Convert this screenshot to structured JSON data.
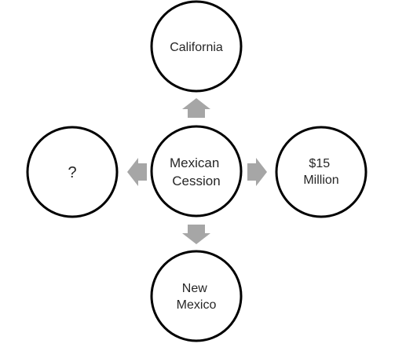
{
  "diagram": {
    "center": {
      "lines": [
        "Mexican",
        "Cession"
      ]
    },
    "top": {
      "lines": [
        "California"
      ]
    },
    "right": {
      "lines": [
        "$15",
        "Million"
      ]
    },
    "bottom": {
      "lines": [
        "New",
        "Mexico"
      ]
    },
    "left": {
      "lines": [
        "?"
      ]
    }
  },
  "colors": {
    "circle_stroke": "#000000",
    "circle_fill": "#ffffff",
    "arrow_fill": "#a6a6a6",
    "text": "#262626"
  }
}
